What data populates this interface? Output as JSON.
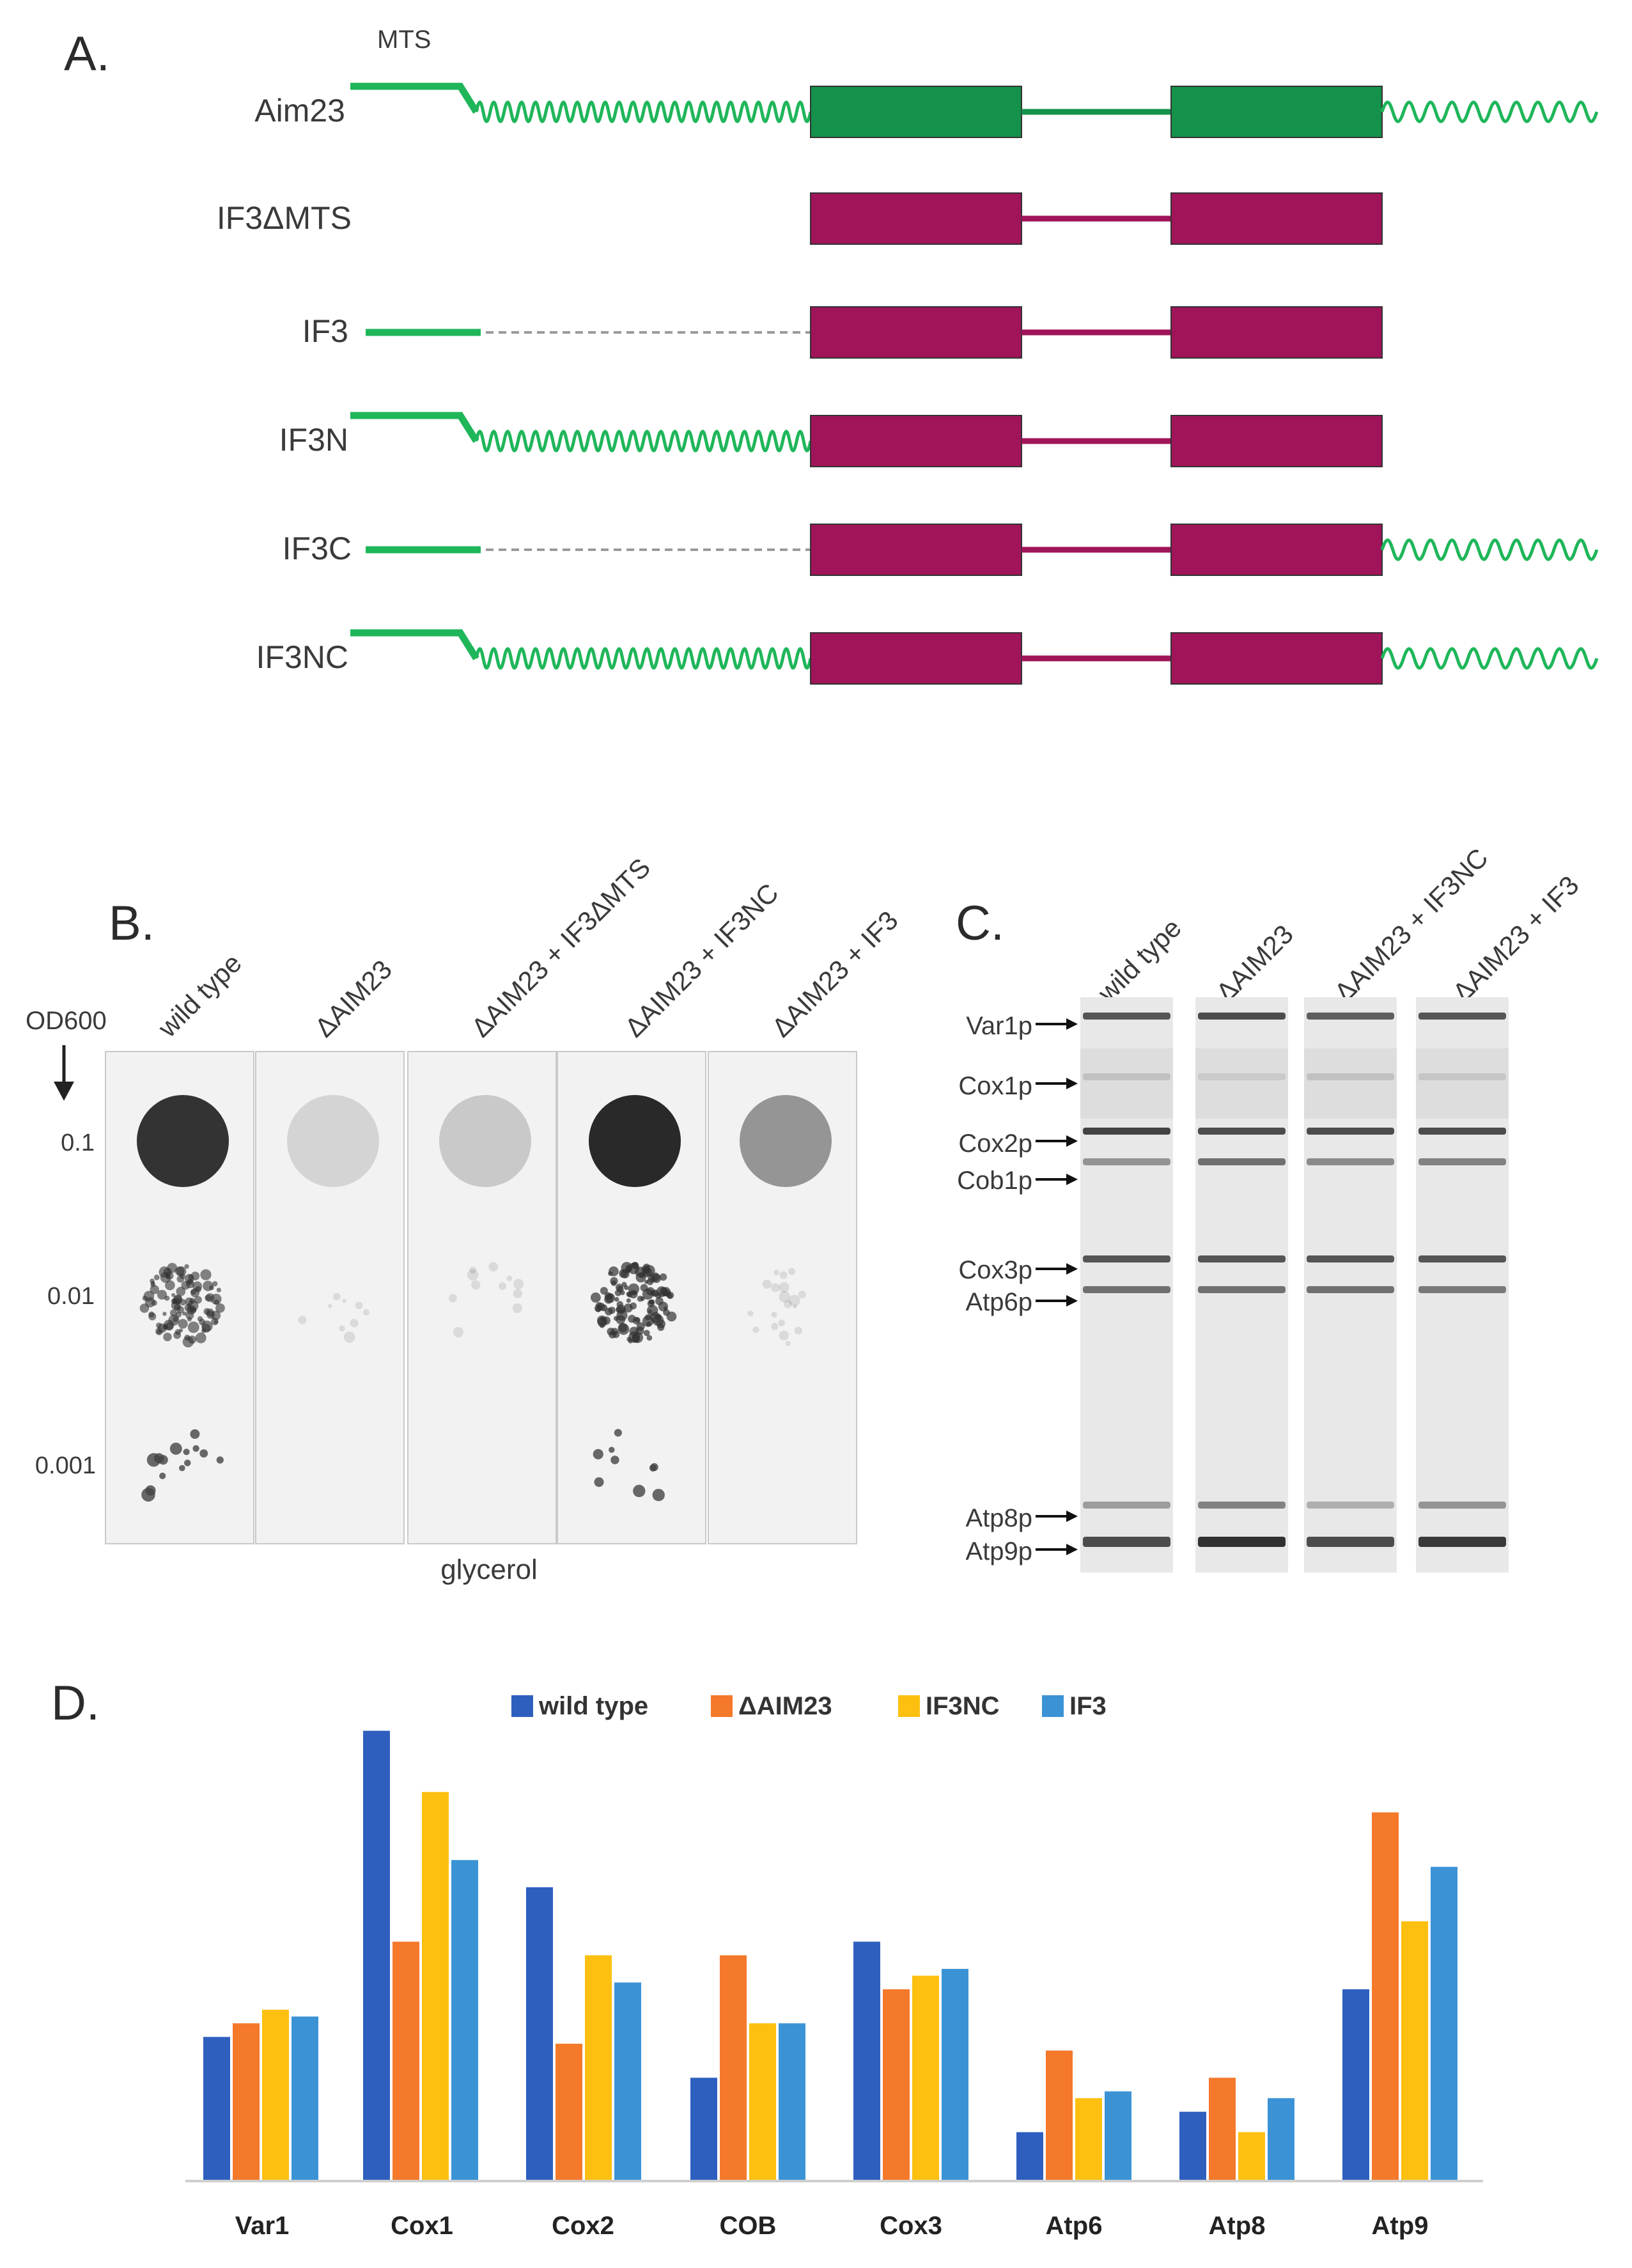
{
  "panels": {
    "a": "A.",
    "b": "B.",
    "c": "C.",
    "d": "D."
  },
  "panel_a": {
    "mts_label": "MTS",
    "constructs": [
      {
        "label": "Aim23",
        "n_start": "line-wavy",
        "c_tail": true,
        "domain_color": "#14914a"
      },
      {
        "label": "IF3ΔMTS",
        "n_start": "none",
        "c_tail": false,
        "domain_color": "#a0145a"
      },
      {
        "label": "IF3",
        "n_start": "line-dashed",
        "c_tail": false,
        "domain_color": "#a0145a"
      },
      {
        "label": "IF3N",
        "n_start": "line-wavy",
        "c_tail": false,
        "domain_color": "#a0145a"
      },
      {
        "label": "IF3C",
        "n_start": "line-dashed",
        "c_tail": true,
        "domain_color": "#a0145a"
      },
      {
        "label": "IF3NC",
        "n_start": "line-wavy",
        "c_tail": true,
        "domain_color": "#a0145a"
      }
    ],
    "colors": {
      "green": "#1fb65a",
      "magenta": "#a0145a",
      "dashed": "#9a9a9a"
    }
  },
  "panel_b": {
    "od_header": "OD600",
    "dilutions": [
      "0.1",
      "0.01",
      "0.001"
    ],
    "strains": [
      "wild type",
      "ΔAIM23",
      "ΔAIM23 + IF3ΔMTS",
      "ΔAIM23 + IF3NC",
      "ΔAIM23 + IF3"
    ],
    "growth": [
      [
        0.95,
        0.6,
        0.15
      ],
      [
        0.12,
        0.02,
        0.0
      ],
      [
        0.18,
        0.03,
        0.0
      ],
      [
        1.0,
        0.7,
        0.1
      ],
      [
        0.45,
        0.08,
        0.0
      ]
    ],
    "medium": "glycerol"
  },
  "panel_c": {
    "lanes": [
      "wild type",
      "ΔAIM23",
      "ΔAIM23 + IF3NC",
      "ΔAIM23 + IF3"
    ],
    "bands": [
      "Var1p",
      "Cox1p",
      "Cox2p",
      "Cob1p",
      "Cox3p",
      "Atp6p",
      "Atp8p",
      "Atp9p"
    ]
  },
  "chart_data": {
    "type": "bar",
    "categories": [
      "Var1",
      "Cox1",
      "Cox2",
      "COB",
      "Cox3",
      "Atp6",
      "Atp8",
      "Atp9"
    ],
    "series": [
      {
        "name": "wild type",
        "color": "#2e5fbf",
        "values": [
          21,
          66,
          43,
          15,
          35,
          7,
          10,
          28
        ]
      },
      {
        "name": "ΔAIM23",
        "color": "#f4792b",
        "values": [
          23,
          35,
          20,
          33,
          28,
          19,
          15,
          54
        ]
      },
      {
        "name": "IF3NC",
        "color": "#fdc010",
        "values": [
          25,
          57,
          33,
          23,
          30,
          12,
          7,
          38
        ]
      },
      {
        "name": "IF3",
        "color": "#3b93d6",
        "values": [
          24,
          47,
          29,
          23,
          31,
          13,
          12,
          46
        ]
      }
    ],
    "ylim": [
      0,
      70
    ],
    "grid": false,
    "legend": "top-center",
    "title": "",
    "xlabel": "",
    "ylabel": ""
  }
}
